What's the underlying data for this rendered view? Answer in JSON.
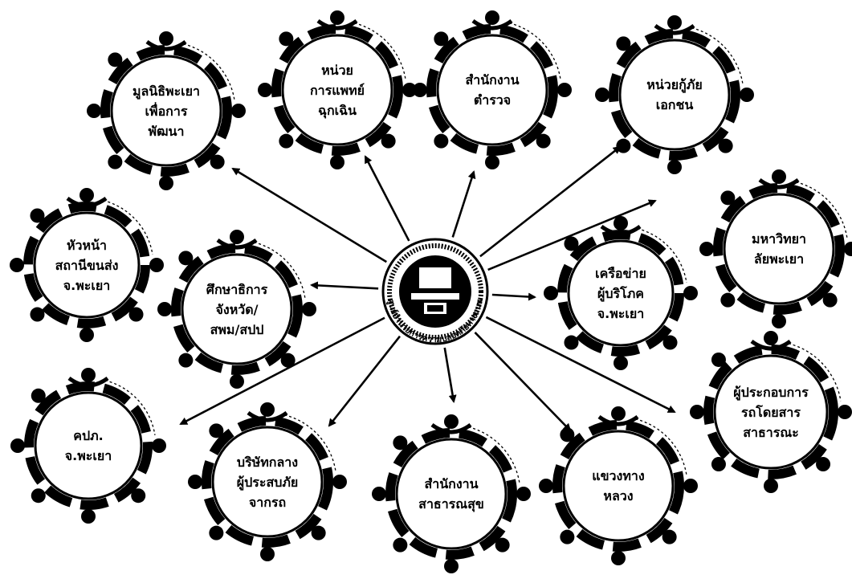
{
  "center": {
    "caption": "ศูนย์อำนวยการความปลอดภัยทางถนน",
    "emblem_icon": "government-seal-icon"
  },
  "nodes": [
    {
      "key": "mulanithi",
      "lines": [
        "มูลนิธิพะเยา",
        "เพื่อการ",
        "พัฒนา"
      ]
    },
    {
      "key": "emergency-medical",
      "lines": [
        "หน่วย",
        "การแพทย์",
        "ฉุกเฉิน"
      ]
    },
    {
      "key": "police-station",
      "lines": [
        "สำนักงาน",
        "ตำรวจ"
      ]
    },
    {
      "key": "private-rescue",
      "lines": [
        "หน่วยกู้ภัย",
        "เอกชน"
      ]
    },
    {
      "key": "transport-office",
      "lines": [
        "หัวหน้า",
        "สถานีขนส่ง",
        "จ.พะเยา"
      ]
    },
    {
      "key": "education",
      "lines": [
        "ศึกษาธิการ",
        "จังหวัด/",
        "สพม/สปป"
      ]
    },
    {
      "key": "consumer-network",
      "lines": [
        "เครือข่าย",
        "ผู้บริโภค",
        "จ.พะเยา"
      ]
    },
    {
      "key": "university",
      "lines": [
        "มหาวิทยา",
        "ลัยพะเยา"
      ]
    },
    {
      "key": "kpp",
      "lines": [
        "คปภ.",
        "จ.พะเยา"
      ]
    },
    {
      "key": "insurance-company",
      "lines": [
        "บริษัทกลาง",
        "ผู้ประสบภัย",
        "จากรถ"
      ]
    },
    {
      "key": "public-health",
      "lines": [
        "สำนักงาน",
        "สาธารณสุข"
      ]
    },
    {
      "key": "highways",
      "lines": [
        "แขวงทาง",
        "หลวง"
      ]
    },
    {
      "key": "bus-operators",
      "lines": [
        "ผู้ประกอบการ",
        "รถโดยสาร",
        "สาธารณะ"
      ]
    }
  ],
  "colors": {
    "ink": "#000000",
    "paper": "#ffffff"
  }
}
